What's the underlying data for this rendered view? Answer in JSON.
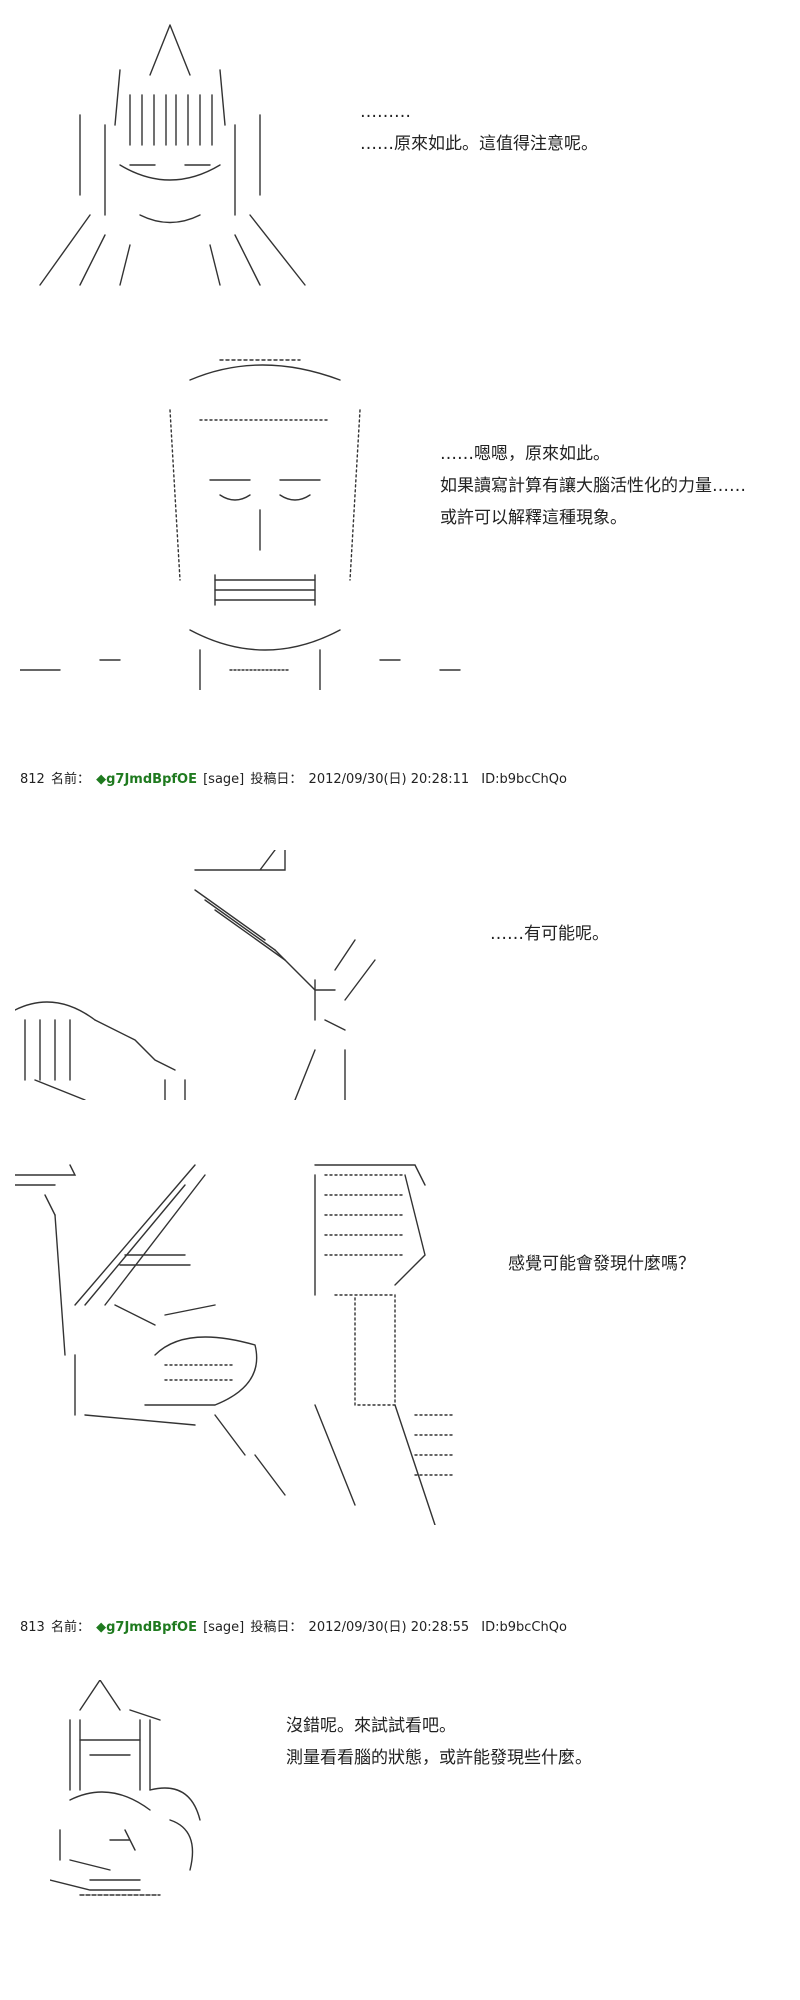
{
  "panels": [
    {
      "id": "panel1",
      "lines": [
        "………",
        "……原來如此。這值得注意呢。"
      ]
    },
    {
      "id": "panel2",
      "lines": [
        "……嗯嗯，原來如此。",
        "如果讀寫計算有讓大腦活性化的力量……",
        "或許可以解釋這種現象。"
      ]
    },
    {
      "id": "panel3",
      "lines": [
        "……有可能呢。"
      ]
    },
    {
      "id": "panel4",
      "lines": [
        "感覺可能會發現什麼嗎？"
      ]
    },
    {
      "id": "panel5",
      "lines": [
        "沒錯呢。來試試看吧。",
        "測量看看腦的狀態，或許能發現些什麼。"
      ]
    }
  ],
  "posts": [
    {
      "number": "812",
      "name_label": "名前：",
      "trip": "◆g7JmdBpfOE",
      "mail": "[sage]",
      "date_label": "投稿日：",
      "date": "2012/09/30(日) 20:28:11",
      "id": "ID:b9bcChQo"
    },
    {
      "number": "813",
      "name_label": "名前：",
      "trip": "◆g7JmdBpfOE",
      "mail": "[sage]",
      "date_label": "投稿日：",
      "date": "2012/09/30(日) 20:28:55",
      "id": "ID:b9bcChQo"
    }
  ],
  "colors": {
    "trip": "#1f7a1f",
    "text": "#222222",
    "art": "#333333"
  }
}
